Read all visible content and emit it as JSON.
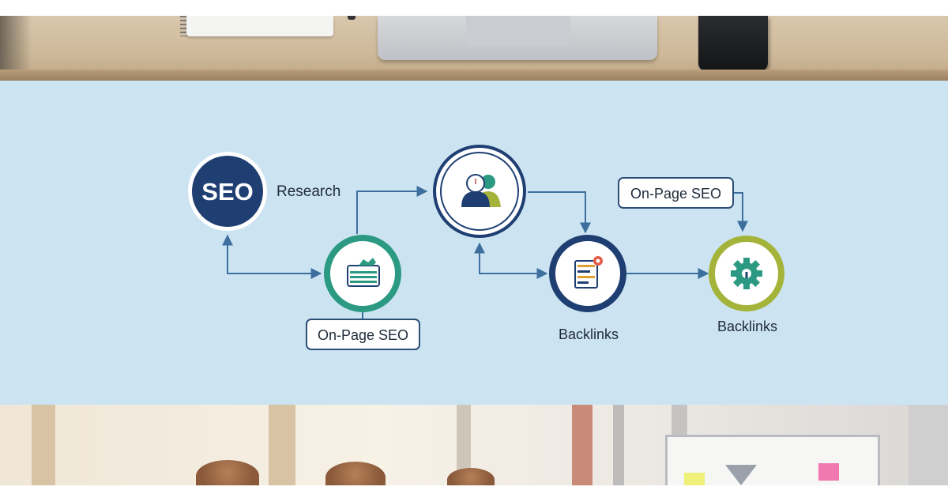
{
  "colors": {
    "background": "#cce4f2",
    "navy": "#1f3f73",
    "teal": "#2c9a82",
    "olive": "#a4b43a",
    "connector": "#3d6f9e",
    "label_border": "#2d4e77",
    "label_text": "#1e2a3a"
  },
  "diagram": {
    "seo_badge": "SEO",
    "research_label": "Research",
    "left_node_label": "On-Page SEO",
    "top_right_label": "On-Page SEO",
    "middle_node_label": "Backlinks",
    "right_node_label": "Backlinks"
  },
  "icons": {
    "team_node": "people-analysis-icon",
    "on_page_node": "browser-edit-icon",
    "backlinks_node": "document-link-icon",
    "optimization_node": "gear-icon"
  }
}
